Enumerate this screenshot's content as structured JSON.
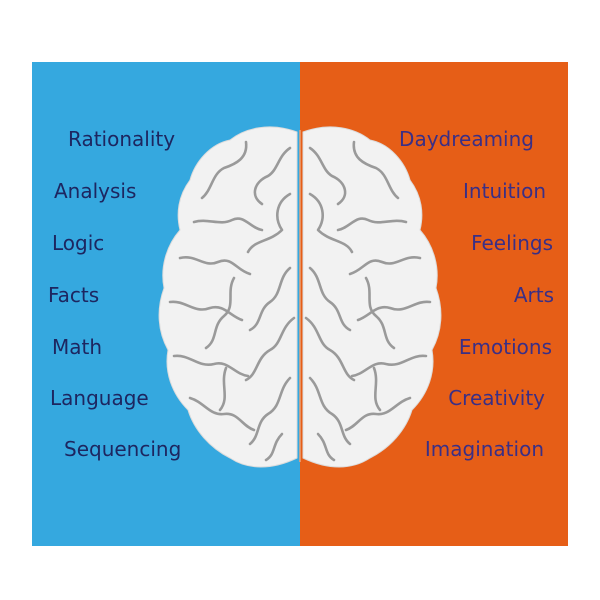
{
  "colors": {
    "left_panel": "#35a8df",
    "right_panel": "#e65e17",
    "brain_fill": "#f2f2f2",
    "brain_lines": "#9a9a9a",
    "left_text": "#1d2660",
    "right_text": "#3a2f86",
    "midline": "#e9a37b"
  },
  "left_words": [
    "Rationality",
    "Analysis",
    "Logic",
    "Facts",
    "Math",
    "Language",
    "Sequencing"
  ],
  "right_words": [
    "Daydreaming",
    "Intuition",
    "Feelings",
    "Arts",
    "Emotions",
    "Creativity",
    "Imagination"
  ],
  "icons": {
    "brain": "brain-top-view-icon"
  }
}
